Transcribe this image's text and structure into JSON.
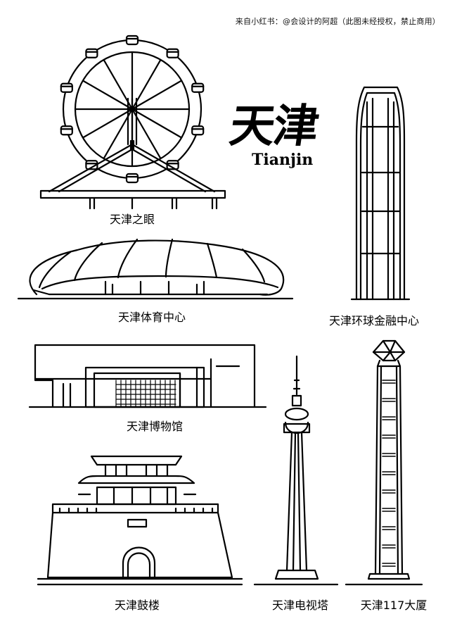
{
  "credit": "来自小红书：@会设计的阿超（此图未经授权，禁止商用）",
  "title": {
    "chinese": "天津",
    "english": "Tianjin"
  },
  "landmarks": [
    {
      "label": "天津之眼"
    },
    {
      "label": "天津体育中心"
    },
    {
      "label": "天津环球金融中心"
    },
    {
      "label": "天津博物馆"
    },
    {
      "label": "天津鼓楼"
    },
    {
      "label": "天津电视塔"
    },
    {
      "label": "天津117大厦"
    }
  ]
}
